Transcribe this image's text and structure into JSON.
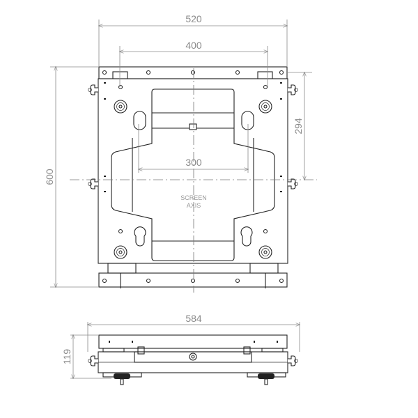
{
  "top_view": {
    "dimensions": {
      "width_outer": "520",
      "width_inner": "400",
      "pin_spacing": "300",
      "height_outer": "600",
      "half_height": "294"
    },
    "screen_axis_label": [
      "SCREEN",
      "AXIS"
    ]
  },
  "side_view": {
    "dimensions": {
      "width_total": "584",
      "depth": "119"
    }
  }
}
